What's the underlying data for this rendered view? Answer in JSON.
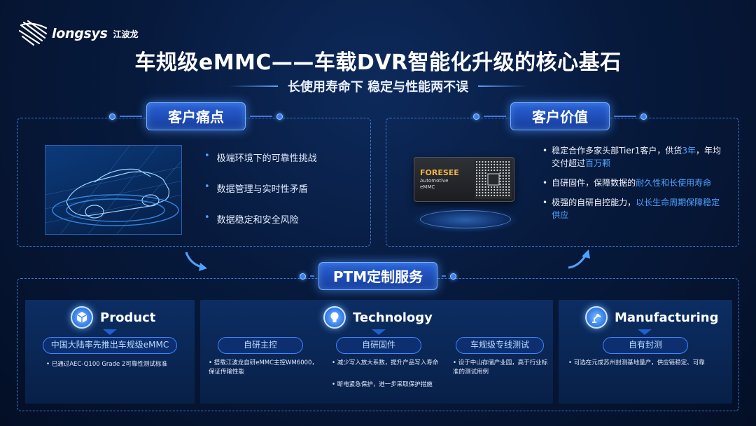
{
  "brand": {
    "name": "longsys",
    "cn": "江波龙"
  },
  "title": "车规级eMMC——车载DVR智能化升级的核心基石",
  "subtitle": "长使用寿命下  稳定与性能两不误",
  "pain": {
    "label": "客户痛点",
    "items": [
      "极端环境下的可靠性挑战",
      "数据管理与实时性矛盾",
      "数据稳定和安全风险"
    ]
  },
  "value": {
    "label": "客户价值",
    "chip_brand": "FORESEE",
    "chip_sub1": "Automotive",
    "chip_sub2": "eMMC",
    "items": [
      {
        "pre": "稳定合作多家头部Tier1客户，供货",
        "hl1": "3年",
        "mid": "，年均交付超过",
        "hl2": "百万颗",
        "post": ""
      },
      {
        "pre": "自研固件，保障数据的",
        "hl1": "耐久性和长使用寿命",
        "mid": "",
        "hl2": "",
        "post": ""
      },
      {
        "pre": "极强的自研自控能力，",
        "hl1": "以长生命周期保障稳定供应",
        "mid": "",
        "hl2": "",
        "post": ""
      }
    ]
  },
  "ptm": {
    "label": "PTM定制服务",
    "product": {
      "title": "Product",
      "tag": "中国大陆率先推出车规级eMMC",
      "bullets": [
        "已通过AEC-Q100 Grade 2可靠性测试标准"
      ]
    },
    "technology": {
      "title": "Technology",
      "cols": [
        {
          "tag": "自研主控",
          "bullets": [
            "搭载江波龙自研eMMC主控WM6000，保证传输性能"
          ]
        },
        {
          "tag": "自研固件",
          "bullets": [
            "减少写入放大系数，提升产品写入寿命",
            "断电紧急保护，进一步采取保护措施"
          ]
        },
        {
          "tag": "车规级专线测试",
          "bullets": [
            "设于中山存储产业园，高于行业标准的测试用例"
          ]
        }
      ]
    },
    "manufacturing": {
      "title": "Manufacturing",
      "tag": "自有封测",
      "bullets": [
        "可选在元成苏州封测基地量产，供应链稳定、可靠"
      ]
    }
  },
  "colors": {
    "accent": "#4ea2ff",
    "bg": "#071a3d",
    "chip_brand": "#f3b24a"
  }
}
